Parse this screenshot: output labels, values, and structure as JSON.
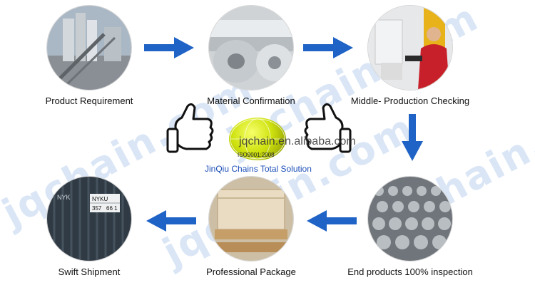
{
  "watermark": "jqchain.com",
  "steps": [
    {
      "label": "Product Requirement"
    },
    {
      "label": "Material Confirmation"
    },
    {
      "label": "Middle- Production Checking"
    },
    {
      "label": "End products 100% inspection"
    },
    {
      "label": "Professional Package"
    },
    {
      "label": "Swift Shipment"
    }
  ],
  "center": {
    "site": "jqchain.en.alibaba.com",
    "certification": "ISO9001:2008",
    "tagline": "JinQiu Chains  Total Solution"
  },
  "container_labels": {
    "brand": "NYK",
    "code1": "NYKU",
    "code2": "357",
    "code3": "66 1"
  },
  "colors": {
    "arrow": "#1f63c6",
    "watermark": "#bcd3ef",
    "tagline": "#1d4fb8",
    "globe": "#cfe20f"
  },
  "icons": [
    "arrow-right-icon",
    "arrow-down-icon",
    "arrow-left-icon",
    "thumbs-up-icon",
    "globe-icon"
  ]
}
